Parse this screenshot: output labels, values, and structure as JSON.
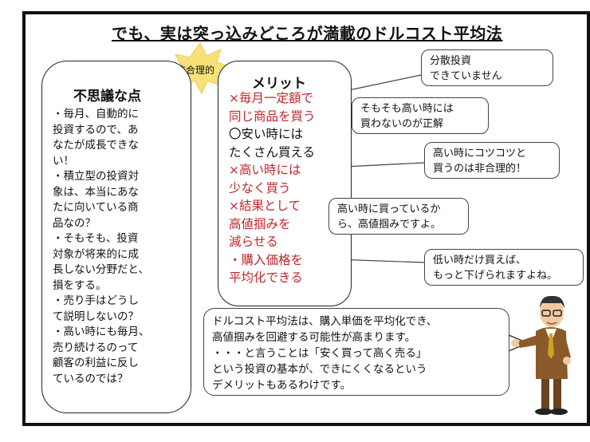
{
  "title": "でも、実は突っ込みどころが満載のドルコスト平均法",
  "burst_label": "非合理的",
  "left": {
    "heading": "不思議な点",
    "lines": [
      "・毎月、自動的に",
      "投資するので、あ",
      "なたが成長できな",
      "い！",
      "・積立型の投資対",
      "象は、本当にあな",
      "たに向いている商",
      "品なの？",
      "・そもそも、投資",
      "対象が将来的に成",
      "長しない分野だと、",
      "損をする。",
      "・売り手はどうし",
      "て説明しないの？",
      "・高い時にも毎月、",
      "売り続けるのって",
      "顧客の利益に反し",
      "ているのでは？"
    ]
  },
  "merit": {
    "heading": "メリット",
    "lines": [
      {
        "text": "×毎月一定額で",
        "color": "#c0262b"
      },
      {
        "text": "同じ商品を買う",
        "color": "#c0262b"
      },
      {
        "text": "〇安い時には",
        "color": "#111111"
      },
      {
        "text": "たくさん買える",
        "color": "#111111"
      },
      {
        "text": "×高い時には",
        "color": "#c0262b"
      },
      {
        "text": "少なく買う",
        "color": "#c0262b"
      },
      {
        "text": "×結果として",
        "color": "#c0262b"
      },
      {
        "text": "高値掴みを",
        "color": "#c0262b"
      },
      {
        "text": "減らせる",
        "color": "#c0262b"
      },
      {
        "text": "・購入価格を",
        "color": "#c0262b"
      },
      {
        "text": "平均化できる",
        "color": "#c0262b"
      }
    ]
  },
  "callouts": {
    "c1": [
      "分散投資",
      "できていません"
    ],
    "c2": [
      "そもそも高い時には",
      "買わないのが正解"
    ],
    "c3": [
      "高い時にコツコツと",
      "買うのは非合理的！"
    ],
    "c4": [
      "高い時に買っているか",
      "ら、高値掴みですよ。"
    ],
    "c5": [
      "低い時だけ買えば、",
      "もっと下げられますよね。"
    ],
    "bottom": [
      "ドルコスト平均法は、購入単価を平均化でき、",
      "高値掴みを回避する可能性が高まります。",
      "・・・と言うことは「安く買って高く売る」",
      "という投資の基本が、できにくくなるという",
      "デメリットもあるわけです。"
    ]
  },
  "colors": {
    "red_text": "#c0262b",
    "burst": "#f7e27a",
    "suit": "#8a5a2b"
  }
}
